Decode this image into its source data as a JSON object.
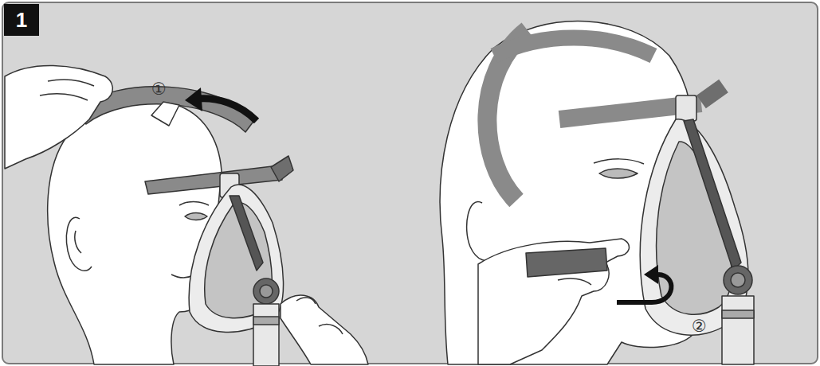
{
  "diagram": {
    "nodes": [
      {
        "text": [
          "1"
        ]
      }
    ],
    "edges": [],
    "labels": [
      "①",
      "②"
    ]
  }
}
